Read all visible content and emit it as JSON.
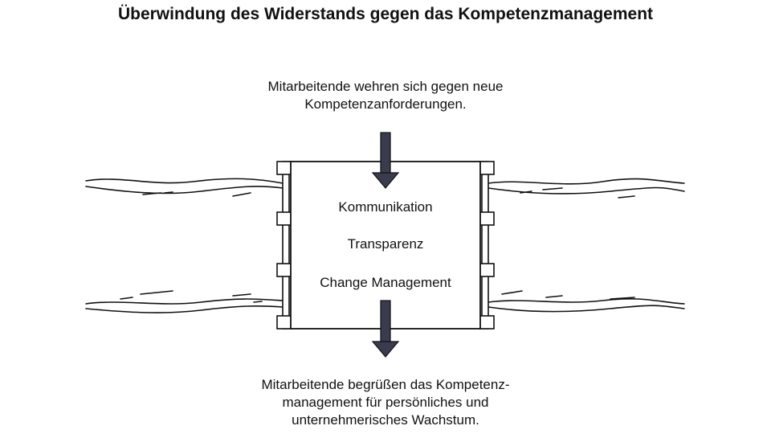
{
  "title": "Überwindung des Widerstands gegen das Kompetenzmanagement",
  "top_caption": {
    "line1": "Mitarbeitende wehren sich gegen neue",
    "line2": "Kompetenzanforderungen."
  },
  "bottom_caption": {
    "line1": "Mitarbeitende begrüßen das Kompetenz-",
    "line2": "management für persönliches und",
    "line3": "unternehmerisches Wachstum."
  },
  "box_items": [
    "Kommunikation",
    "Transparenz",
    "Change Management"
  ],
  "colors": {
    "arrow": "#3a3c4e",
    "stroke": "#111111",
    "background": "#ffffff"
  },
  "icons": {
    "top_arrow": "arrow-down-icon",
    "bottom_arrow": "arrow-down-icon"
  }
}
